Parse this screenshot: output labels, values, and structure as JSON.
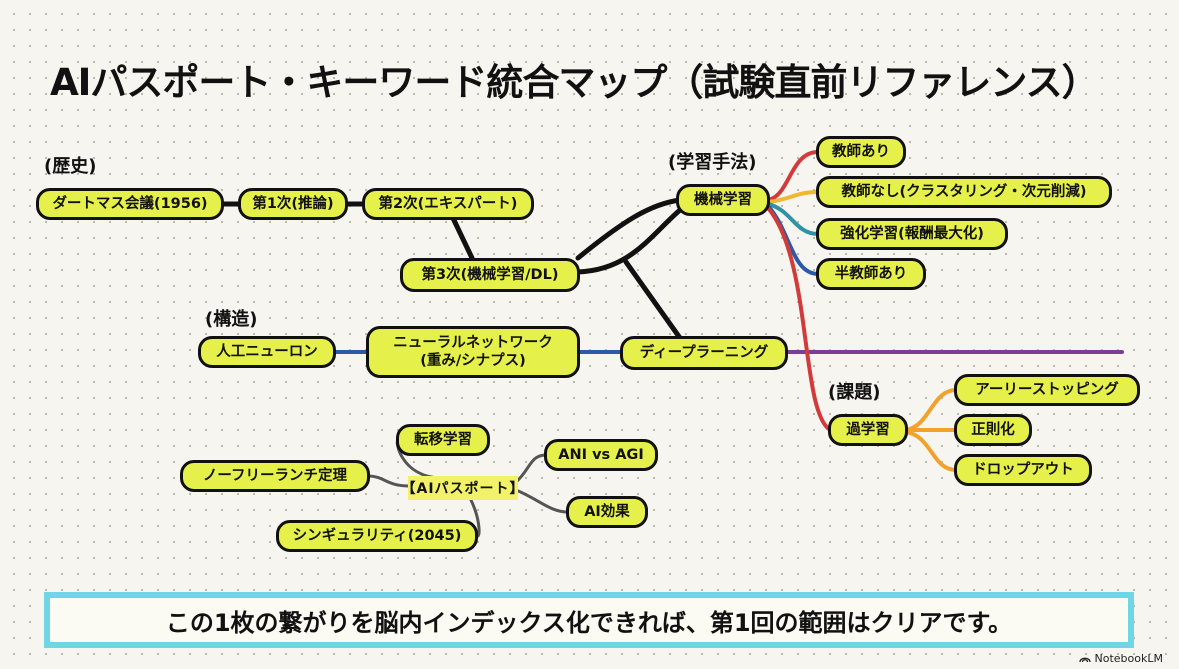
{
  "title": "AIパスポート・キーワード統合マップ（試験直前リファレンス）",
  "sections": {
    "history": "(歴史)",
    "methods": "(学習手法)",
    "structure": "(構造)",
    "issues": "(課題)"
  },
  "nodes": {
    "dartmouth": "ダートマス会議(1956)",
    "first_wave": "第1次(推論)",
    "second_wave": "第2次(エキスパート)",
    "third_wave": "第3次(機械学習/DL)",
    "machine_learning": "機械学習",
    "supervised": "教師あり",
    "unsupervised": "教師なし(クラスタリング・次元削減)",
    "reinforcement": "強化学習(報酬最大化)",
    "semi_supervised": "半教師あり",
    "artificial_neuron": "人工ニューロン",
    "neural_network_line1": "ニューラルネットワーク",
    "neural_network_line2": "(重み/シナプス)",
    "deep_learning": "ディープラーニング",
    "overfitting": "過学習",
    "early_stopping": "アーリーストッピング",
    "regularization": "正則化",
    "dropout": "ドロップアウト",
    "transfer_learning": "転移学習",
    "no_free_lunch": "ノーフリーランチ定理",
    "center": "【AIパスポート】",
    "ani_vs_agi": "ANI vs AGI",
    "ai_effect": "AI効果",
    "singularity": "シンギュラリティ(2045)"
  },
  "colors": {
    "node_fill": "#e6f04a",
    "branch_red": "#d23b3b",
    "branch_yellow": "#f0b733",
    "branch_teal": "#2f93a6",
    "branch_blue": "#2a5aa8",
    "branch_purple": "#7d3c98",
    "branch_orange": "#f2a12d",
    "footer_border": "#6fd6e6"
  },
  "footer": "この1枚の繋がりを脳内インデックス化できれば、第1回の範囲はクリアです。",
  "watermark": "NotebookLM"
}
